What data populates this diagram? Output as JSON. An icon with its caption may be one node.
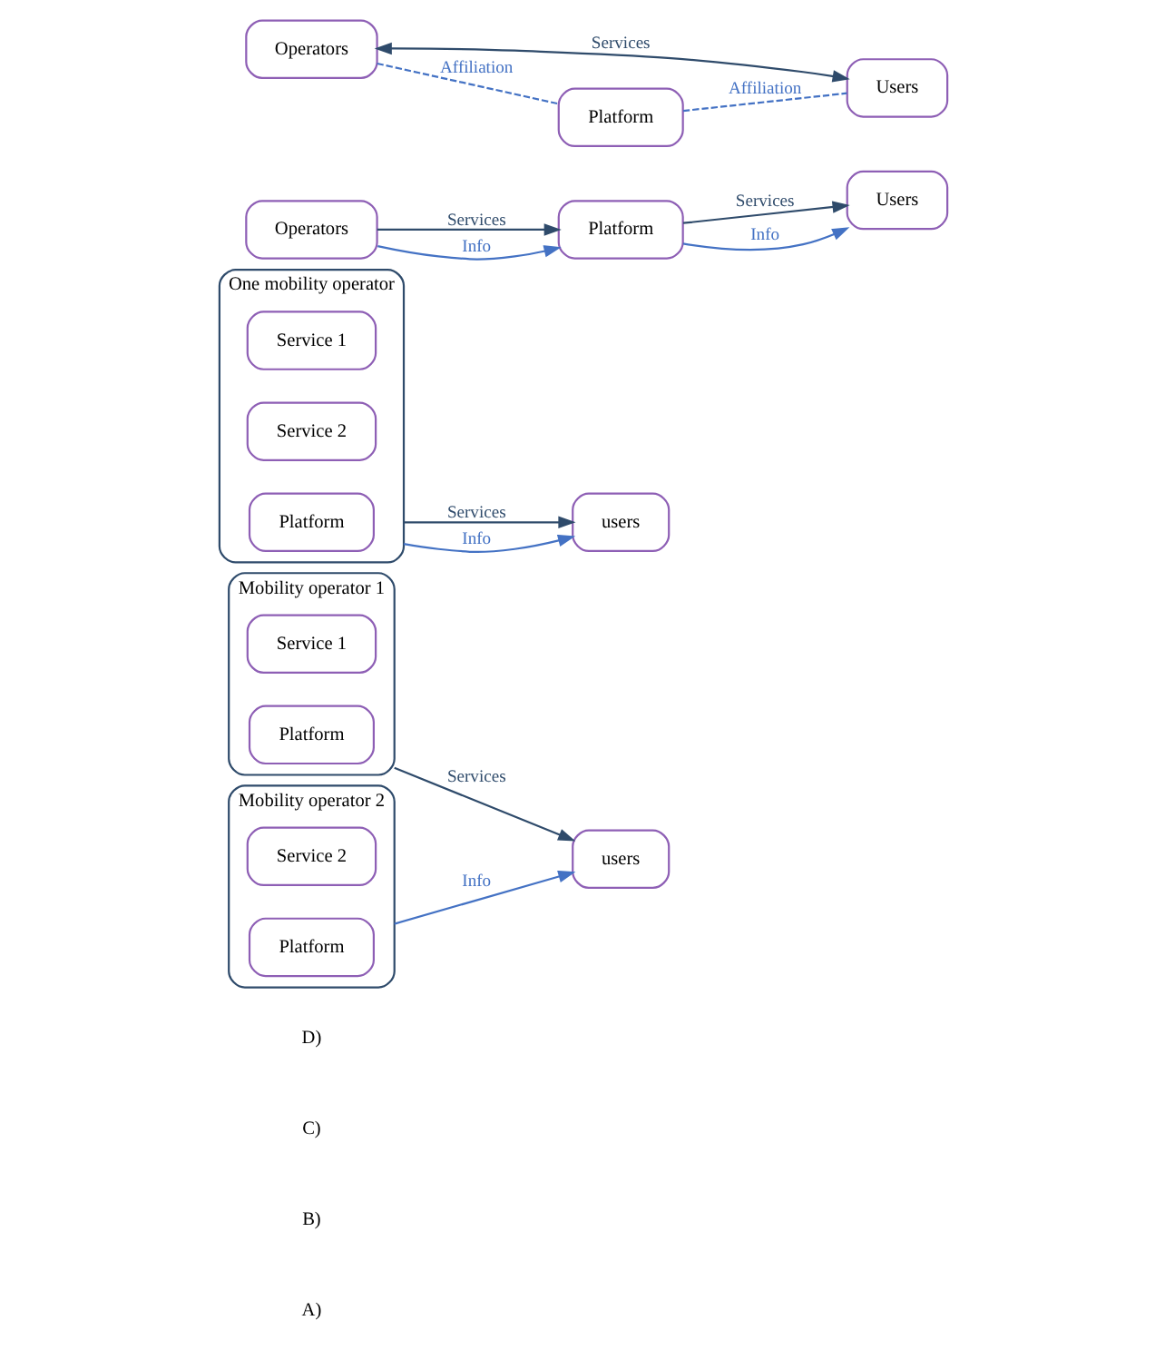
{
  "diagram": {
    "nodes": [
      {
        "text": [
          "Mobility operator 1"
        ]
      },
      {
        "text": [
          "Service 1"
        ],
        "in": 0
      },
      {
        "text": [
          "Platform"
        ],
        "in": 0
      },
      {
        "text": [
          "Mobility operator 2"
        ]
      },
      {
        "text": [
          "Service 2"
        ],
        "in": 3
      },
      {
        "text": [
          "Platform"
        ],
        "in": 3
      },
      {
        "text": [
          "users"
        ]
      },
      {
        "text": [
          "One mobility operator"
        ]
      },
      {
        "text": [
          "Service 1"
        ],
        "in": 7
      },
      {
        "text": [
          "Service 2"
        ],
        "in": 7
      },
      {
        "text": [
          "Platform"
        ],
        "in": 7
      },
      {
        "text": [
          "users"
        ]
      },
      {
        "text": [
          "Operators"
        ]
      },
      {
        "text": [
          "Platform"
        ]
      },
      {
        "text": [
          "Users"
        ]
      },
      {
        "text": [
          "Operators"
        ]
      },
      {
        "text": [
          "Users"
        ]
      },
      {
        "text": [
          "Platform"
        ]
      }
    ],
    "edges": [
      {
        "from": 0,
        "to": 6,
        "arrow": "to",
        "label": "Services"
      },
      {
        "from": 3,
        "to": 6,
        "arrow": "to",
        "label": "Info",
        "color": "#4472c4"
      },
      {
        "from": 7,
        "to": 11,
        "arrow": "to",
        "label": "Services"
      },
      {
        "from": 7,
        "to": 11,
        "arrow": "to",
        "label": "Info",
        "color": "#4472c4"
      },
      {
        "from": 12,
        "to": 13,
        "arrow": "to",
        "label": "Services"
      },
      {
        "from": 12,
        "to": 13,
        "arrow": "to",
        "label": "Info",
        "color": "#4472c4"
      },
      {
        "from": 13,
        "to": 14,
        "arrow": "to",
        "label": "Services"
      },
      {
        "from": 13,
        "to": 14,
        "arrow": "to",
        "label": "Info",
        "color": "#4472c4"
      },
      {
        "from": 15,
        "to": 16,
        "arrow": "both",
        "label": "Services"
      },
      {
        "from": 15,
        "to": 17,
        "arrow": "none",
        "label": "Affiliation",
        "style": "dashed",
        "color": "#4472c4"
      },
      {
        "from": 17,
        "to": 16,
        "arrow": "none",
        "label": "Affiliation",
        "style": "dashed",
        "color": "#4472c4"
      }
    ],
    "labels": [
      "A)",
      "B)",
      "C)",
      "D)"
    ]
  }
}
